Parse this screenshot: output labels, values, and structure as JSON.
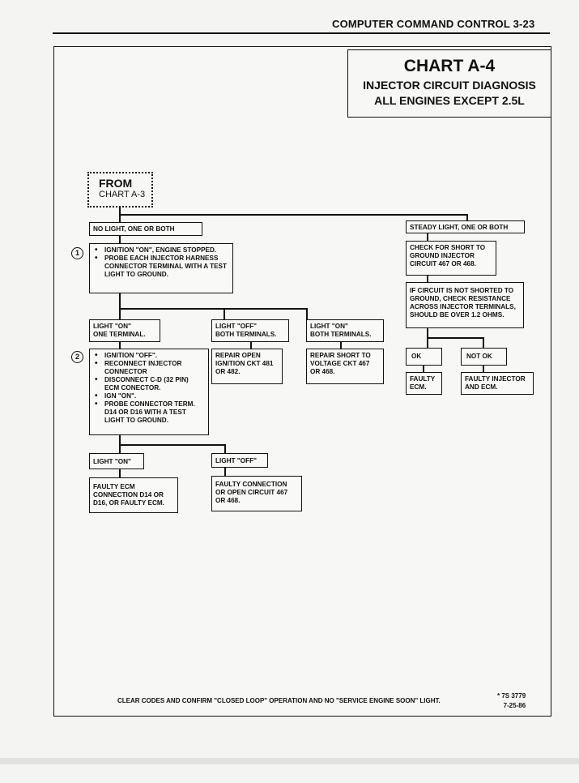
{
  "page_header": "COMPUTER COMMAND CONTROL  3-23",
  "chart": {
    "title": "CHART A-4",
    "subtitle_line1": "INJECTOR CIRCUIT DIAGNOSIS",
    "subtitle_line2": "ALL ENGINES EXCEPT 2.5L"
  },
  "from": {
    "label": "FROM",
    "source": "CHART A-3"
  },
  "steps": {
    "one": "1",
    "two": "2"
  },
  "nodes": {
    "no_light": "NO  LIGHT, ONE OR BOTH",
    "step1_items": [
      "IGNITION \"ON\", ENGINE STOPPED.",
      "PROBE EACH INJECTOR HARNESS CONNECTOR TERMINAL WITH A TEST LIGHT TO GROUND."
    ],
    "light_on_one_l1": "LIGHT \"ON\"",
    "light_on_one_l2": "ONE TERMINAL.",
    "light_off_both_l1": "LIGHT \"OFF\"",
    "light_off_both_l2": "BOTH TERMINALS.",
    "light_on_both_l1": "LIGHT \"ON\"",
    "light_on_both_l2": "BOTH TERMINALS.",
    "step2_items": [
      "IGNITION \"OFF\".",
      "RECONNECT INJECTOR CONNECTOR",
      "DISCONNECT C-D (32 PIN) ECM CONECTOR.",
      "IGN \"ON\".",
      "PROBE CONNECTOR TERM. D14 OR D16 WITH A TEST LIGHT TO GROUND."
    ],
    "repair_open": "REPAIR OPEN IGNITION CKT 481 OR 482.",
    "repair_short": "REPAIR SHORT TO VOLTAGE CKT 467 OR 468.",
    "light_on": "LIGHT \"ON\"",
    "light_off": "LIGHT \"OFF\"",
    "faulty_ecm_conn": "FAULTY ECM CONNECTION D14 OR D16, OR FAULTY ECM.",
    "faulty_conn": "FAULTY CONNECTION OR OPEN CIRCUIT 467 OR 468.",
    "steady_light": "STEADY LIGHT, ONE OR BOTH",
    "check_short": "CHECK FOR SHORT TO GROUND INJECTOR CIRCUIT 467 OR 468.",
    "if_not_shorted": "IF CIRCUIT IS NOT SHORTED TO GROUND, CHECK RESISTANCE ACROSS INJECTOR TERMINALS, SHOULD BE OVER 1.2 OHMS.",
    "ok": "OK",
    "not_ok": "NOT OK",
    "faulty_ecm": "FAULTY ECM.",
    "faulty_injector_ecm": "FAULTY INJECTOR AND ECM."
  },
  "footer": "CLEAR CODES AND CONFIRM \"CLOSED LOOP\" OPERATION AND NO \"SERVICE ENGINE SOON\" LIGHT.",
  "ref_code": "* 7S 3779",
  "ref_date": "7-25-86"
}
